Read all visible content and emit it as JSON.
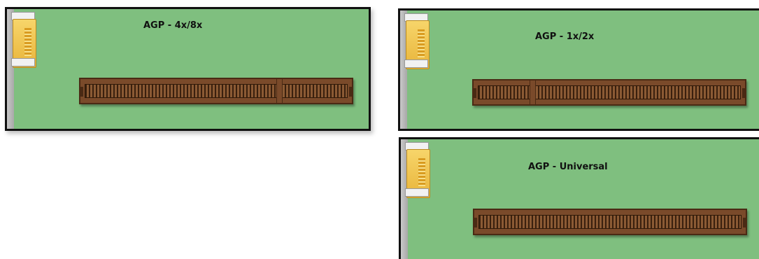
{
  "cards": [
    {
      "id": "card-4x8x",
      "label": "AGP - 4x/8x",
      "key_position": "right"
    },
    {
      "id": "card-1x2x",
      "label": "AGP - 1x/2x",
      "key_position": "left"
    },
    {
      "id": "card-universal",
      "label": "AGP - Universal",
      "key_position": "none"
    }
  ]
}
